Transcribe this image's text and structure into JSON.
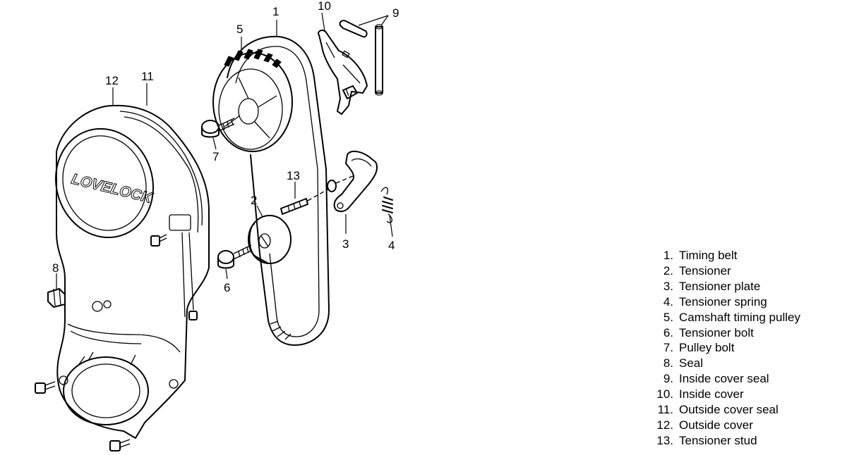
{
  "callouts": {
    "c1": "1",
    "c2": "2",
    "c3": "3",
    "c4": "4",
    "c5": "5",
    "c6": "6",
    "c7": "7",
    "c8": "8",
    "c9": "9",
    "c10": "10",
    "c11": "11",
    "c12": "12",
    "c13": "13"
  },
  "cover_lettering": "LOVELOCK",
  "legend": [
    {
      "num": "1.",
      "label": "Timing belt"
    },
    {
      "num": "2.",
      "label": "Tensioner"
    },
    {
      "num": "3.",
      "label": "Tensioner plate"
    },
    {
      "num": "4.",
      "label": "Tensioner spring"
    },
    {
      "num": "5.",
      "label": "Camshaft timing pulley"
    },
    {
      "num": "6.",
      "label": "Tensioner bolt"
    },
    {
      "num": "7.",
      "label": "Pulley bolt"
    },
    {
      "num": "8.",
      "label": "Seal"
    },
    {
      "num": "9.",
      "label": "Inside cover seal"
    },
    {
      "num": "10.",
      "label": "Inside cover"
    },
    {
      "num": "11.",
      "label": "Outside cover seal"
    },
    {
      "num": "12.",
      "label": "Outside cover"
    },
    {
      "num": "13.",
      "label": "Tensioner stud"
    }
  ]
}
